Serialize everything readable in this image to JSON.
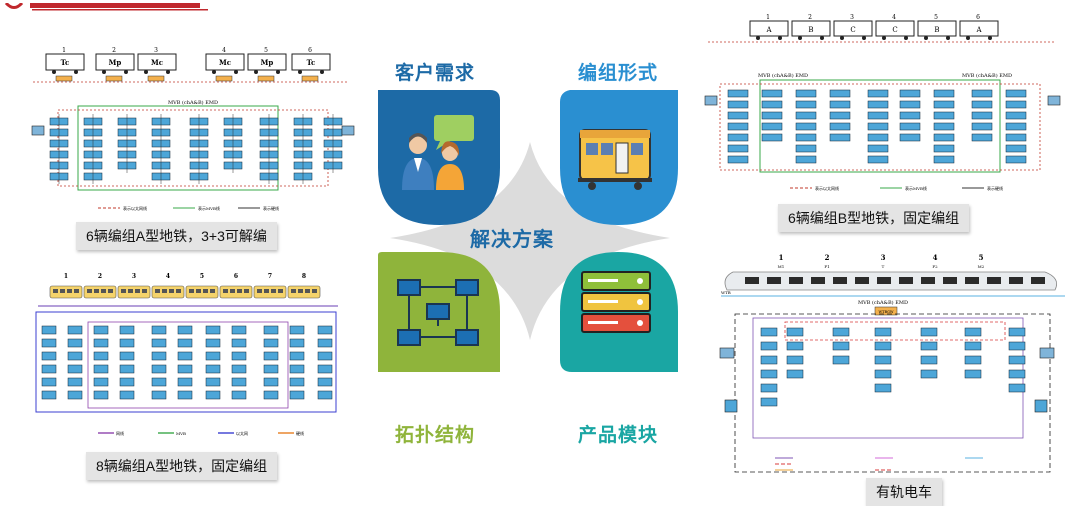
{
  "center": {
    "title": "解决方案",
    "quadrants": {
      "customer": "客户需求",
      "formation": "编组形式",
      "topology": "拓扑结构",
      "modules": "产品模块"
    }
  },
  "captions": {
    "top_left": "6辆编组A型地铁，3+3可解编",
    "top_right": "6辆编组B型地铁，固定编组",
    "bottom_left": "8辆编组A型地铁，固定编组",
    "bottom_right": "有轨电车"
  },
  "diagrams": {
    "tl": {
      "cars": [
        "Tc",
        "Mp",
        "Mc",
        "Mc",
        "Mp",
        "Tc"
      ],
      "nums": [
        "1",
        "2",
        "3",
        "4",
        "5",
        "6"
      ],
      "bus": "MVB (chA&B) EMD",
      "legend": [
        "表示以太网线",
        "表示MVB线",
        "表示硬线"
      ]
    },
    "tr": {
      "cars": [
        "A",
        "B",
        "C",
        "C",
        "B",
        "A"
      ],
      "nums": [
        "1",
        "2",
        "3",
        "4",
        "5",
        "6"
      ],
      "bus": "MVB (chA&B) EMD",
      "legend": [
        "表示以太网线",
        "表示MVB线",
        "表示硬线"
      ]
    },
    "bl": {
      "nums": [
        "1",
        "2",
        "3",
        "4",
        "5",
        "6",
        "7",
        "8"
      ],
      "legend": [
        "网线",
        "MVB",
        "以太网",
        "硬线"
      ]
    },
    "br": {
      "nums": [
        "1",
        "2",
        "3",
        "4",
        "5"
      ],
      "sub": [
        "M1",
        "F1",
        "T",
        "F2",
        "M2"
      ],
      "bus": "MVB (chA&B) EMD",
      "wtb": "WTB",
      "gateway": "WTBGW"
    }
  }
}
